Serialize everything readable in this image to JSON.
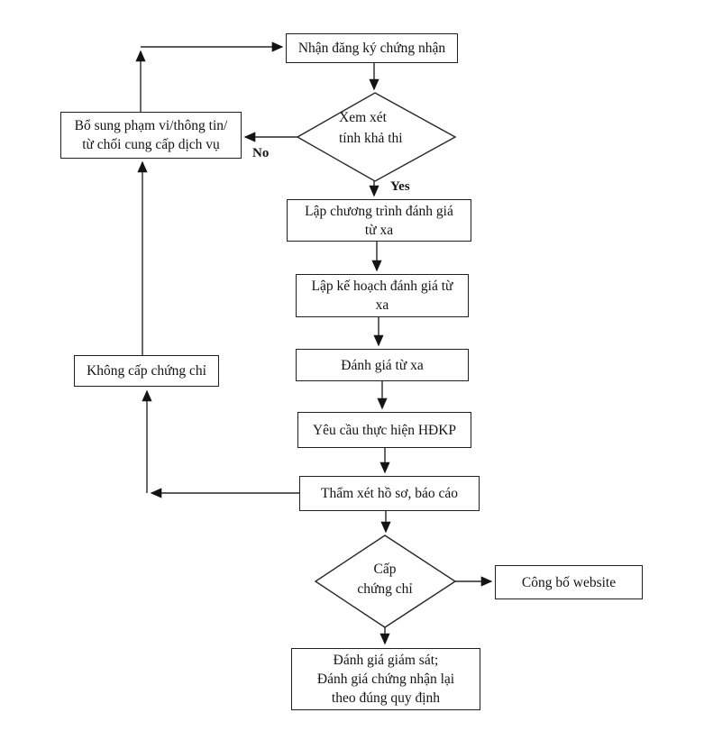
{
  "flowchart": {
    "nodes": {
      "receive": {
        "type": "process",
        "label": "Nhận đăng ký chứng nhận"
      },
      "feasibility": {
        "type": "decision",
        "label": "Xem xét\ntính khả thi"
      },
      "supplement": {
        "type": "process",
        "label": "Bổ sung phạm vi/thông tin/\ntừ chối cung cấp dịch vụ"
      },
      "program": {
        "type": "process",
        "label": "Lập chương trình đánh giá\ntừ xa"
      },
      "plan": {
        "type": "process",
        "label": "Lập kế hoạch đánh giá từ\nxa"
      },
      "remote_audit": {
        "type": "process",
        "label": "Đánh giá từ xa"
      },
      "corrective_action": {
        "type": "process",
        "label": "Yêu cầu thực hiện HĐKP"
      },
      "review": {
        "type": "process",
        "label": "Thẩm xét hồ sơ, báo cáo"
      },
      "no_certificate": {
        "type": "process",
        "label": "Không cấp chứng chỉ"
      },
      "certify": {
        "type": "decision",
        "label": "Cấp\nchứng chỉ"
      },
      "publish": {
        "type": "process",
        "label": "Công bố website"
      },
      "surveillance": {
        "type": "process",
        "label": "Đánh giá giám sát;\nĐánh giá chứng nhận lại\ntheo đúng quy định"
      }
    },
    "edge_labels": {
      "no": "No",
      "yes": "Yes"
    },
    "edges": [
      {
        "from": "receive",
        "to": "feasibility",
        "label": ""
      },
      {
        "from": "feasibility",
        "to": "supplement",
        "label": "No"
      },
      {
        "from": "feasibility",
        "to": "program",
        "label": "Yes"
      },
      {
        "from": "program",
        "to": "plan",
        "label": ""
      },
      {
        "from": "plan",
        "to": "remote_audit",
        "label": ""
      },
      {
        "from": "remote_audit",
        "to": "corrective_action",
        "label": ""
      },
      {
        "from": "corrective_action",
        "to": "review",
        "label": ""
      },
      {
        "from": "review",
        "to": "certify",
        "label": ""
      },
      {
        "from": "review",
        "to": "no_certificate",
        "label": ""
      },
      {
        "from": "no_certificate",
        "to": "supplement",
        "label": ""
      },
      {
        "from": "supplement",
        "to": "receive",
        "label": ""
      },
      {
        "from": "certify",
        "to": "publish",
        "label": ""
      },
      {
        "from": "certify",
        "to": "surveillance",
        "label": ""
      }
    ],
    "colors": {
      "line": "#262626",
      "box_border": "#1f1f1f",
      "background": "#ffffff",
      "text": "#141414"
    }
  }
}
